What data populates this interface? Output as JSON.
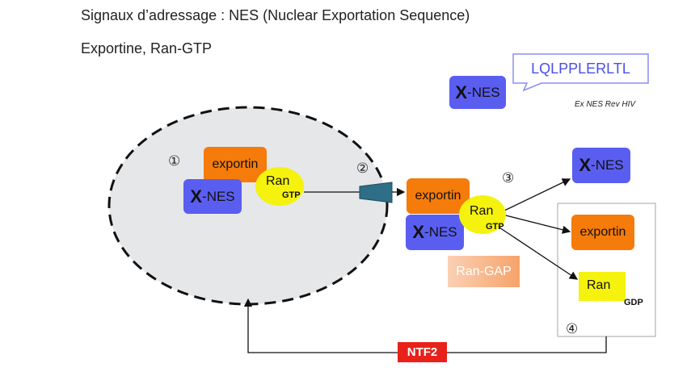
{
  "title_line1": "Signaux d’adressage : NES (Nuclear Exportation Sequence)",
  "title_line2": "Exportine, Ran-GTP",
  "nes_sequence": "LQLPPLERLTL",
  "nes_example": "Ex NES Rev HIV",
  "x_letter": "X",
  "nes_suffix": "-NES",
  "exportin_label": "exportin",
  "ran_label": "Ran",
  "gtp_label": "GTP",
  "gdp_label": "GDP",
  "rangap_label": "Ran-GAP",
  "ntf2_label": "NTF2",
  "steps": [
    "①",
    "②",
    "③",
    "④"
  ],
  "colors": {
    "xnes": "#5a5ef0",
    "exportin": "#f57b0b",
    "ran": "#f5f20e",
    "ntf2": "#e8211b",
    "nucleus": "#e6e7e9"
  }
}
